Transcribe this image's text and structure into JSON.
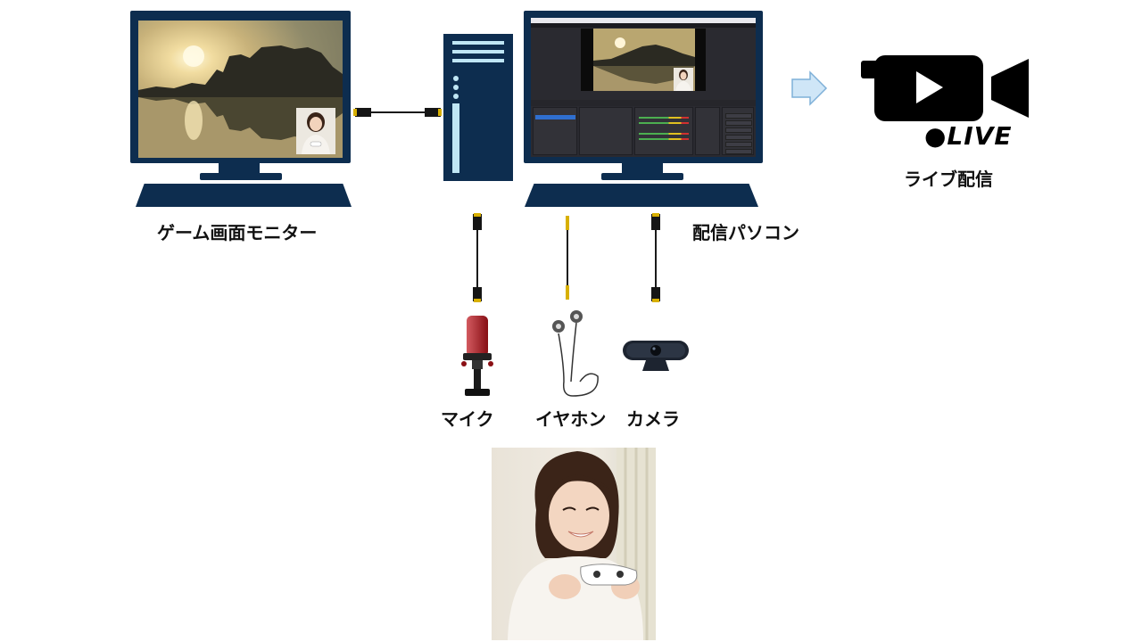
{
  "labels": {
    "game_monitor": "ゲーム画面モニター",
    "streaming_pc": "配信パソコン",
    "live_stream": "ライブ配信",
    "mic": "マイク",
    "earphones": "イヤホン",
    "camera": "カメラ"
  },
  "live_badge": {
    "text": "●LIVE"
  },
  "colors": {
    "monitor_navy": "#0d2d4f",
    "tower_accent": "#bfe6f5",
    "arrow_fill": "#cfe6f7",
    "arrow_stroke": "#7fb0d8",
    "cable_tip": "#d8b000",
    "mic_red": "#c0141c"
  },
  "icons": {
    "arrow": "right-arrow-icon",
    "live_camera": "video-camera-icon",
    "play": "play-icon"
  }
}
